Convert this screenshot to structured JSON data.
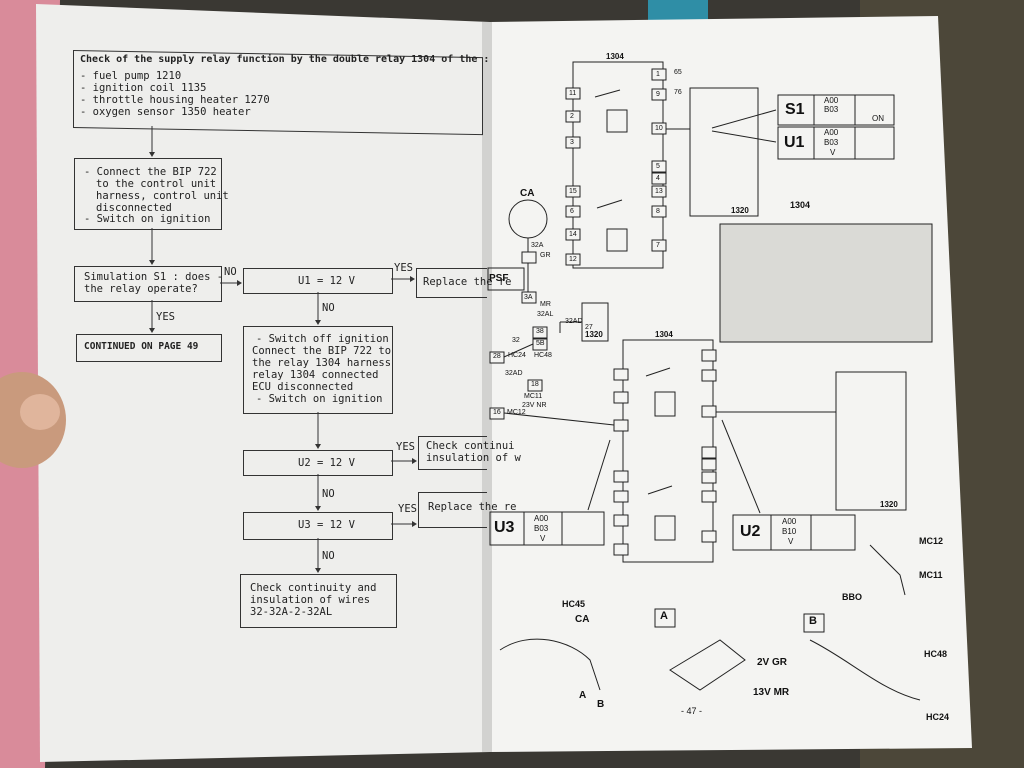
{
  "left_page": {
    "heading": {
      "line1": "Check of the supply relay function by the double relay 1304 of the :",
      "items": [
        "- fuel pump 1210",
        "- ignition coil 1135",
        "- throttle housing heater 1270",
        "- oxygen sensor 1350 heater"
      ]
    },
    "step_connect": [
      "- Connect the BIP 722",
      "to the control unit",
      "harness, control unit",
      "disconnected",
      "- Switch on ignition"
    ],
    "simulation": [
      "Simulation S1 : does -",
      "the relay operate?"
    ],
    "no1": "NO",
    "yes1": "YES",
    "continued": "CONTINUED ON PAGE 49",
    "u1": "U1 = 12 V",
    "yes_u1": "YES",
    "replace1": "Replace the re",
    "no_u1": "NO",
    "switch_off": [
      "- Switch off ignition",
      "Connect the BIP 722 to",
      "the relay 1304 harness",
      "relay 1304 connected",
      "ECU disconnected",
      "- Switch on ignition"
    ],
    "u2": "U2 = 12 V",
    "yes_u2": "YES",
    "check1": [
      "Check continui",
      "insulation of w"
    ],
    "no_u2": "NO",
    "u3": "U3 = 12 V",
    "yes_u3": "YES",
    "replace2": "Replace the re",
    "no_u3": "NO",
    "check_final": [
      "Check continuity and",
      "insulation of wires",
      "32-32A-2-32AL"
    ]
  },
  "right_page": {
    "relay_top": "1304",
    "relay_bottom": "1304",
    "ecu_top": "1320",
    "ecu_bottom": "1320",
    "photo_label": "1304",
    "s1": {
      "label": "S1",
      "codes": [
        "A00",
        "B03",
        "ON"
      ]
    },
    "u1": {
      "label": "U1",
      "codes": [
        "A00",
        "B03",
        "V"
      ]
    },
    "u3": {
      "label": "U3",
      "codes": [
        "A00",
        "B03",
        "V"
      ]
    },
    "u2": {
      "label": "U2",
      "codes": [
        "A00",
        "B10",
        "V"
      ]
    },
    "connectors": {
      "ca": "CA",
      "psf": "PSF",
      "relay_small": "1320"
    },
    "wire_labels": [
      "32A",
      "GR",
      "3A",
      "MR",
      "32AL",
      "32",
      "38",
      "5B",
      "HC48",
      "28",
      "HC24",
      "32AD",
      "18",
      "MC11",
      "23V NR",
      "16",
      "MC12",
      "32AD",
      "27"
    ],
    "pins_top": [
      "1",
      "65",
      "9",
      "76",
      "10",
      "5",
      "4",
      "13",
      "8",
      "7",
      "11",
      "2",
      "3",
      "15",
      "6",
      "14",
      "12"
    ],
    "lower_labels": {
      "hc45": "HC45",
      "ca": "CA",
      "a": "A",
      "b": "B",
      "v2gr": "2V GR",
      "v13mr": "13V MR",
      "hc48": "HC48",
      "hc24": "HC24",
      "mc12": "MC12",
      "mc11": "MC11",
      "bbo": "BBO"
    },
    "page_number": "- 47 -"
  }
}
